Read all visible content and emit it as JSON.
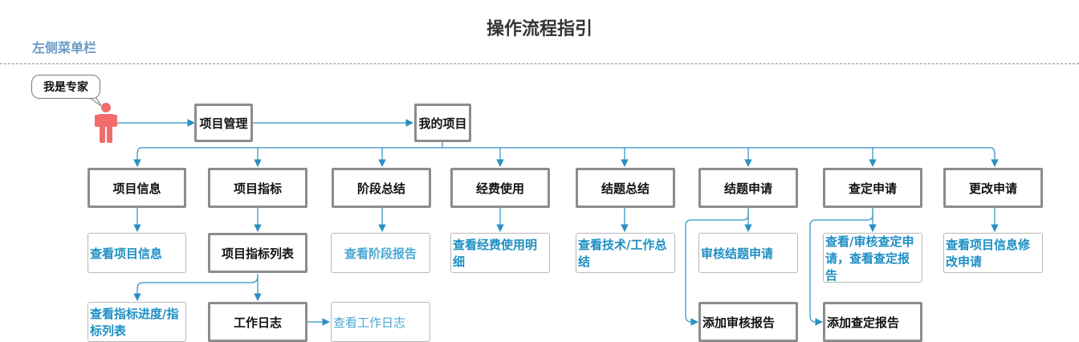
{
  "title": "操作流程指引",
  "menu_label": "左侧菜单栏",
  "role_bubble": "我是专家",
  "nav": {
    "project_management": "项目管理",
    "my_projects": "我的项目"
  },
  "modules": [
    {
      "label": "项目信息",
      "action": "查看项目信息"
    },
    {
      "label": "项目指标",
      "action": "项目指标列表"
    },
    {
      "label": "阶段总结",
      "action": "查看阶段报告"
    },
    {
      "label": "经费使用",
      "action": "查看经费使用明细"
    },
    {
      "label": "结题总结",
      "action": "查看技术/工作总结"
    },
    {
      "label": "结题申请",
      "action": "审核结题申请"
    },
    {
      "label": "查定申请",
      "action": "查看/审核查定申请，查看查定报告"
    },
    {
      "label": "更改申请",
      "action": "查看项目信息修改申请"
    }
  ],
  "sub_actions": {
    "indicator_progress": "查看指标进度/指标列表",
    "work_log": "工作日志",
    "view_work_log": "查看工作日志",
    "add_review_report": "添加审核报告",
    "add_check_report": "添加查定报告"
  },
  "colors": {
    "connector": "#2a8fc0",
    "person": "#f26c6c",
    "box_border": "#8c8c8c",
    "link_text": "#1e8fc3"
  }
}
